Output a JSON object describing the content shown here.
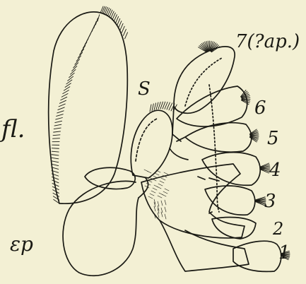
{
  "labels": {
    "fl": "fl.",
    "ep": "εp",
    "s": "S",
    "seg7": "7(?ap.)",
    "seg6": "6",
    "seg5": "5",
    "seg4": "4",
    "seg3": "3",
    "seg2": "2",
    "seg1": "1"
  },
  "colors": {
    "paper": "#f3f0d4",
    "ink": "#1a1a14"
  }
}
